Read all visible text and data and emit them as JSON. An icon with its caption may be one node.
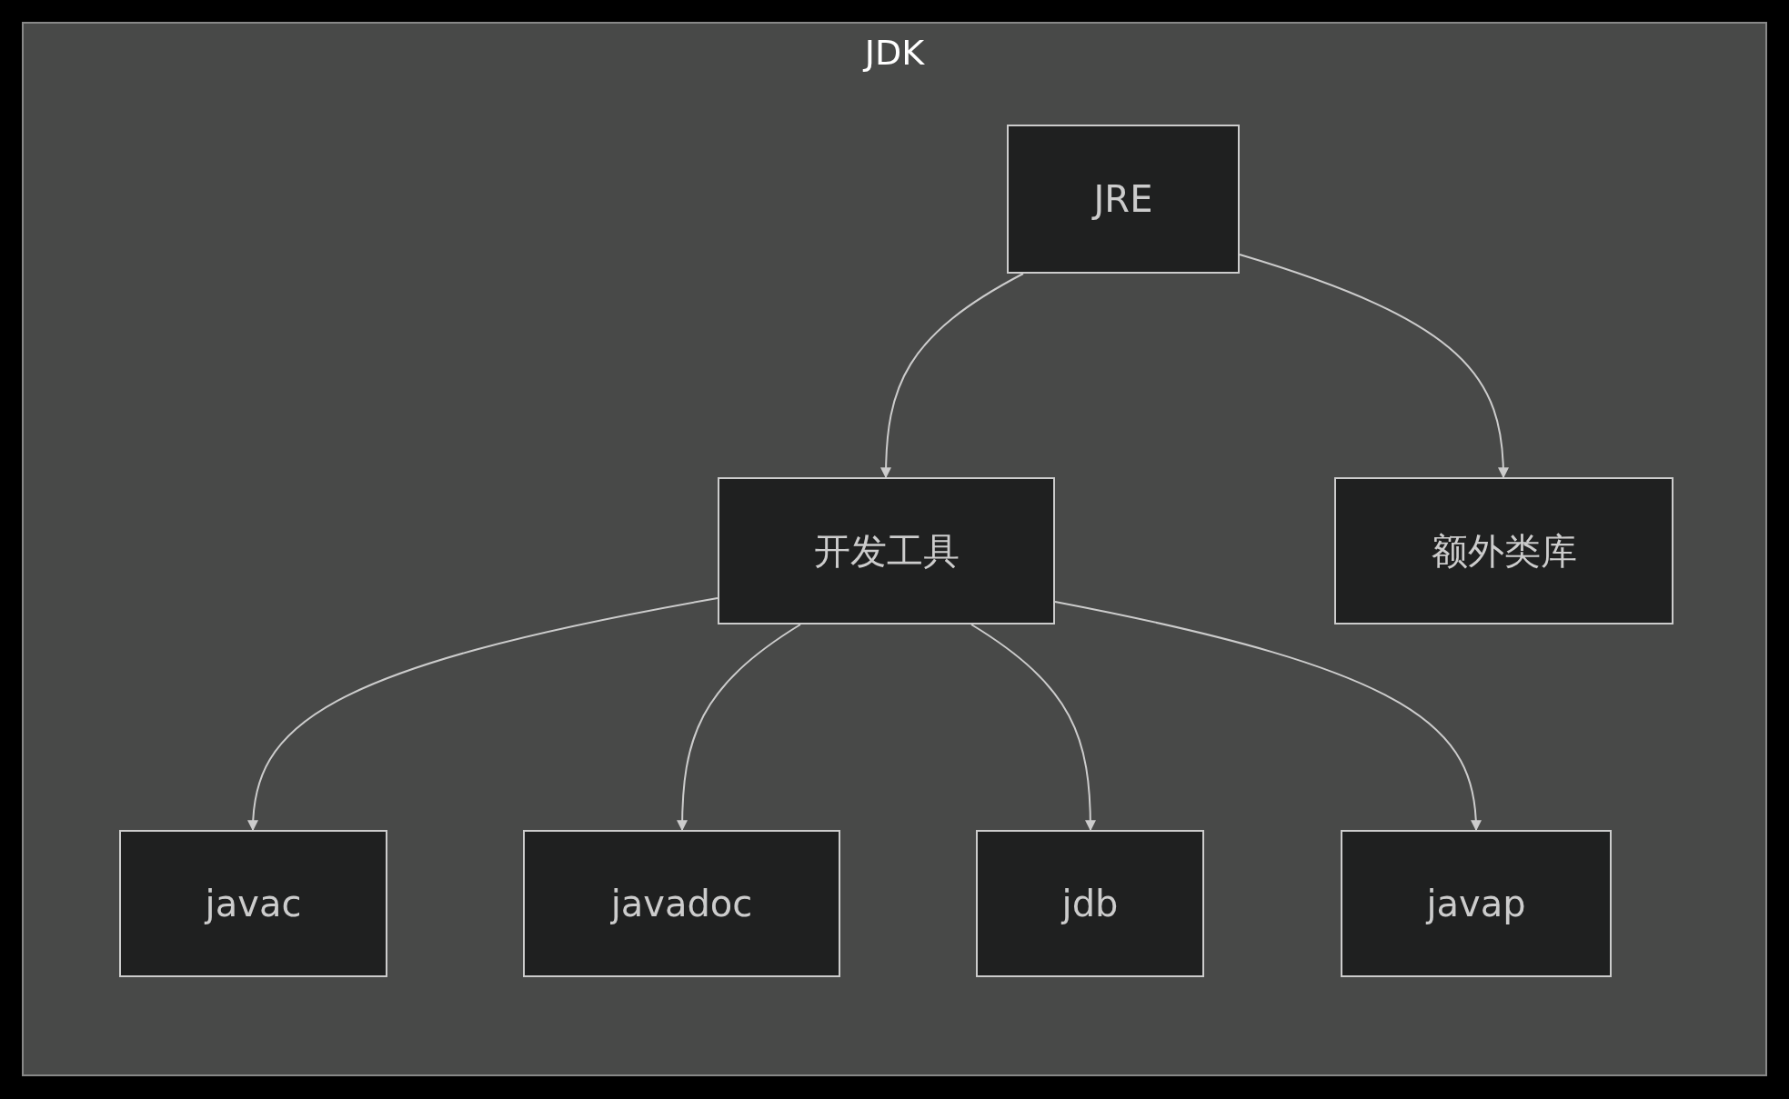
{
  "diagram": {
    "nodes": [
      {
        "text": [
          "JDK"
        ]
      },
      {
        "text": [
          "JRE"
        ],
        "in": 0
      },
      {
        "text": [
          "开发工具"
        ],
        "in": 0
      },
      {
        "text": [
          "额外类库"
        ],
        "in": 0
      },
      {
        "text": [
          "javac"
        ],
        "in": 0
      },
      {
        "text": [
          "javadoc"
        ],
        "in": 0
      },
      {
        "text": [
          "jdb"
        ],
        "in": 0
      },
      {
        "text": [
          "javap"
        ],
        "in": 0
      }
    ],
    "edges": [
      {
        "from": 1,
        "to": 2,
        "arrow": "to"
      },
      {
        "from": 1,
        "to": 3,
        "arrow": "to"
      },
      {
        "from": 2,
        "to": 4,
        "arrow": "to"
      },
      {
        "from": 2,
        "to": 5,
        "arrow": "to"
      },
      {
        "from": 2,
        "to": 6,
        "arrow": "to"
      },
      {
        "from": 2,
        "to": 7,
        "arrow": "to"
      }
    ]
  }
}
